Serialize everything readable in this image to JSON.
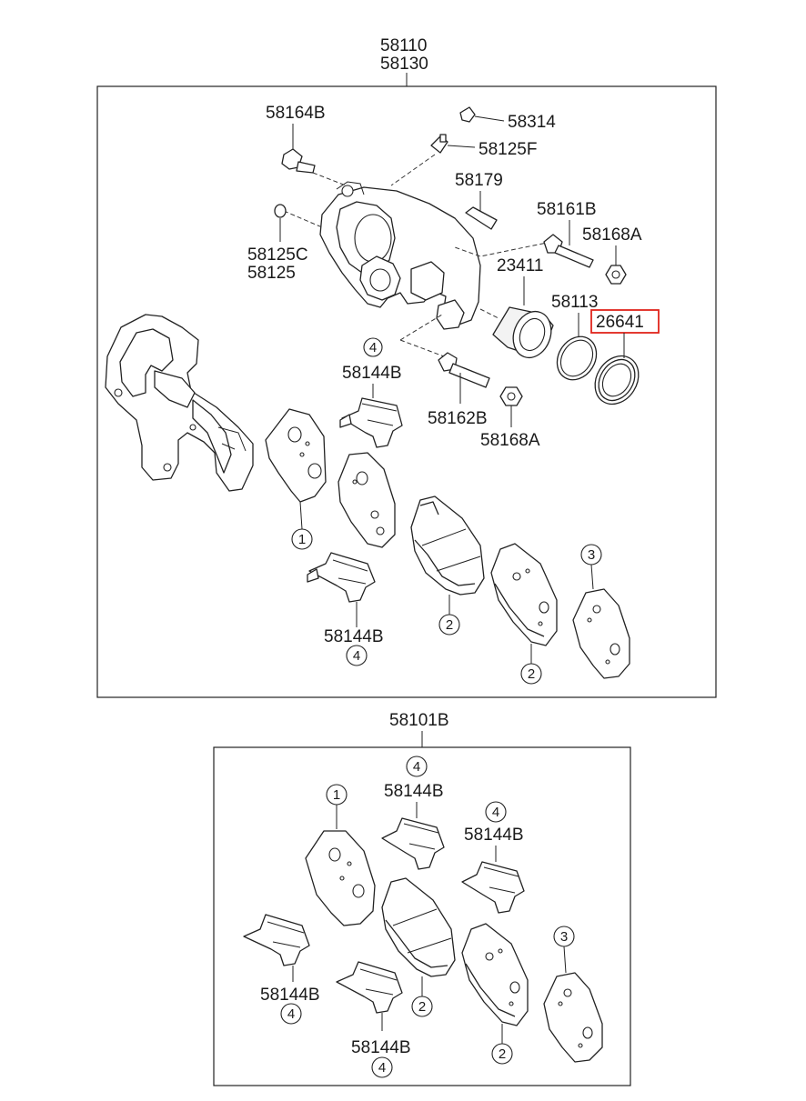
{
  "assembly": {
    "top_parts": [
      "58110",
      "58130"
    ],
    "pad_kit": "58101B"
  },
  "callouts": {
    "bolt_upper": "58164B",
    "clip": "58314",
    "bleeder": "58125F",
    "bleeder_cap": "58179",
    "guide_bolt": "58161B",
    "boot_upper": "58168A",
    "seal_washer": [
      "58125C",
      "58125"
    ],
    "piston": "23411",
    "piston_seal": "58113",
    "dust_boot": "26641",
    "guide_bolt_lower": "58162B",
    "boot_lower": "58168A",
    "shim_clip": "58144B"
  },
  "ref_numbers": {
    "one": "1",
    "two": "2",
    "three": "3",
    "four": "4"
  },
  "highlight": {
    "part": "26641",
    "color": "#e0241b"
  }
}
